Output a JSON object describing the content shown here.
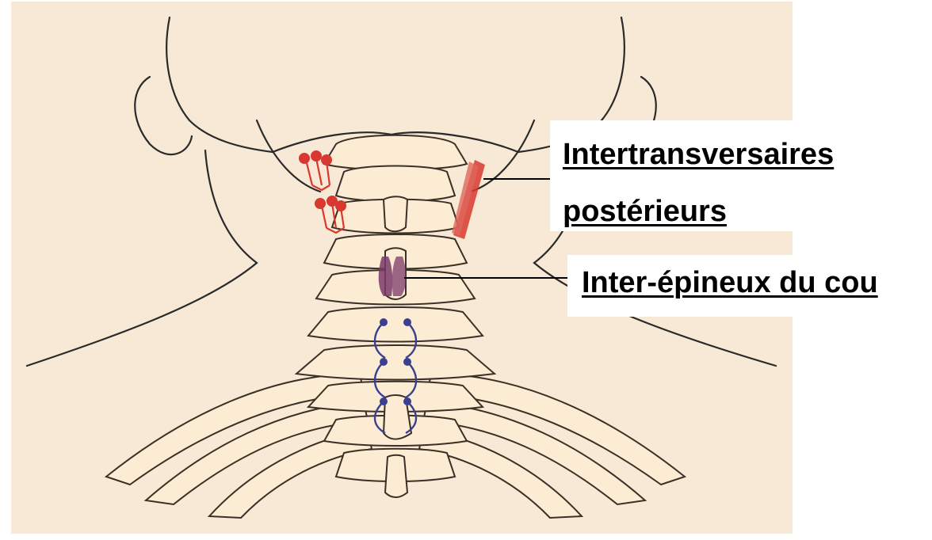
{
  "diagram": {
    "labels": [
      {
        "id": "intertransversaires",
        "lines": [
          "Intertransversaires",
          "postérieurs"
        ]
      },
      {
        "id": "inter-epineux",
        "lines": [
          "Inter-épineux du cou"
        ]
      }
    ],
    "colors": {
      "background": "#f8e9d6",
      "skin_outline": "#2a2a2a",
      "bone_fill": "#fbecd3",
      "bone_outline": "#3a3026",
      "intertransversaires_muscle": "#d8382f",
      "interepineux_muscle": "#7a3a6a",
      "rotateurs_muscle": "#3b3f8f",
      "leader_line": "#000000",
      "label_text": "#000000"
    }
  }
}
